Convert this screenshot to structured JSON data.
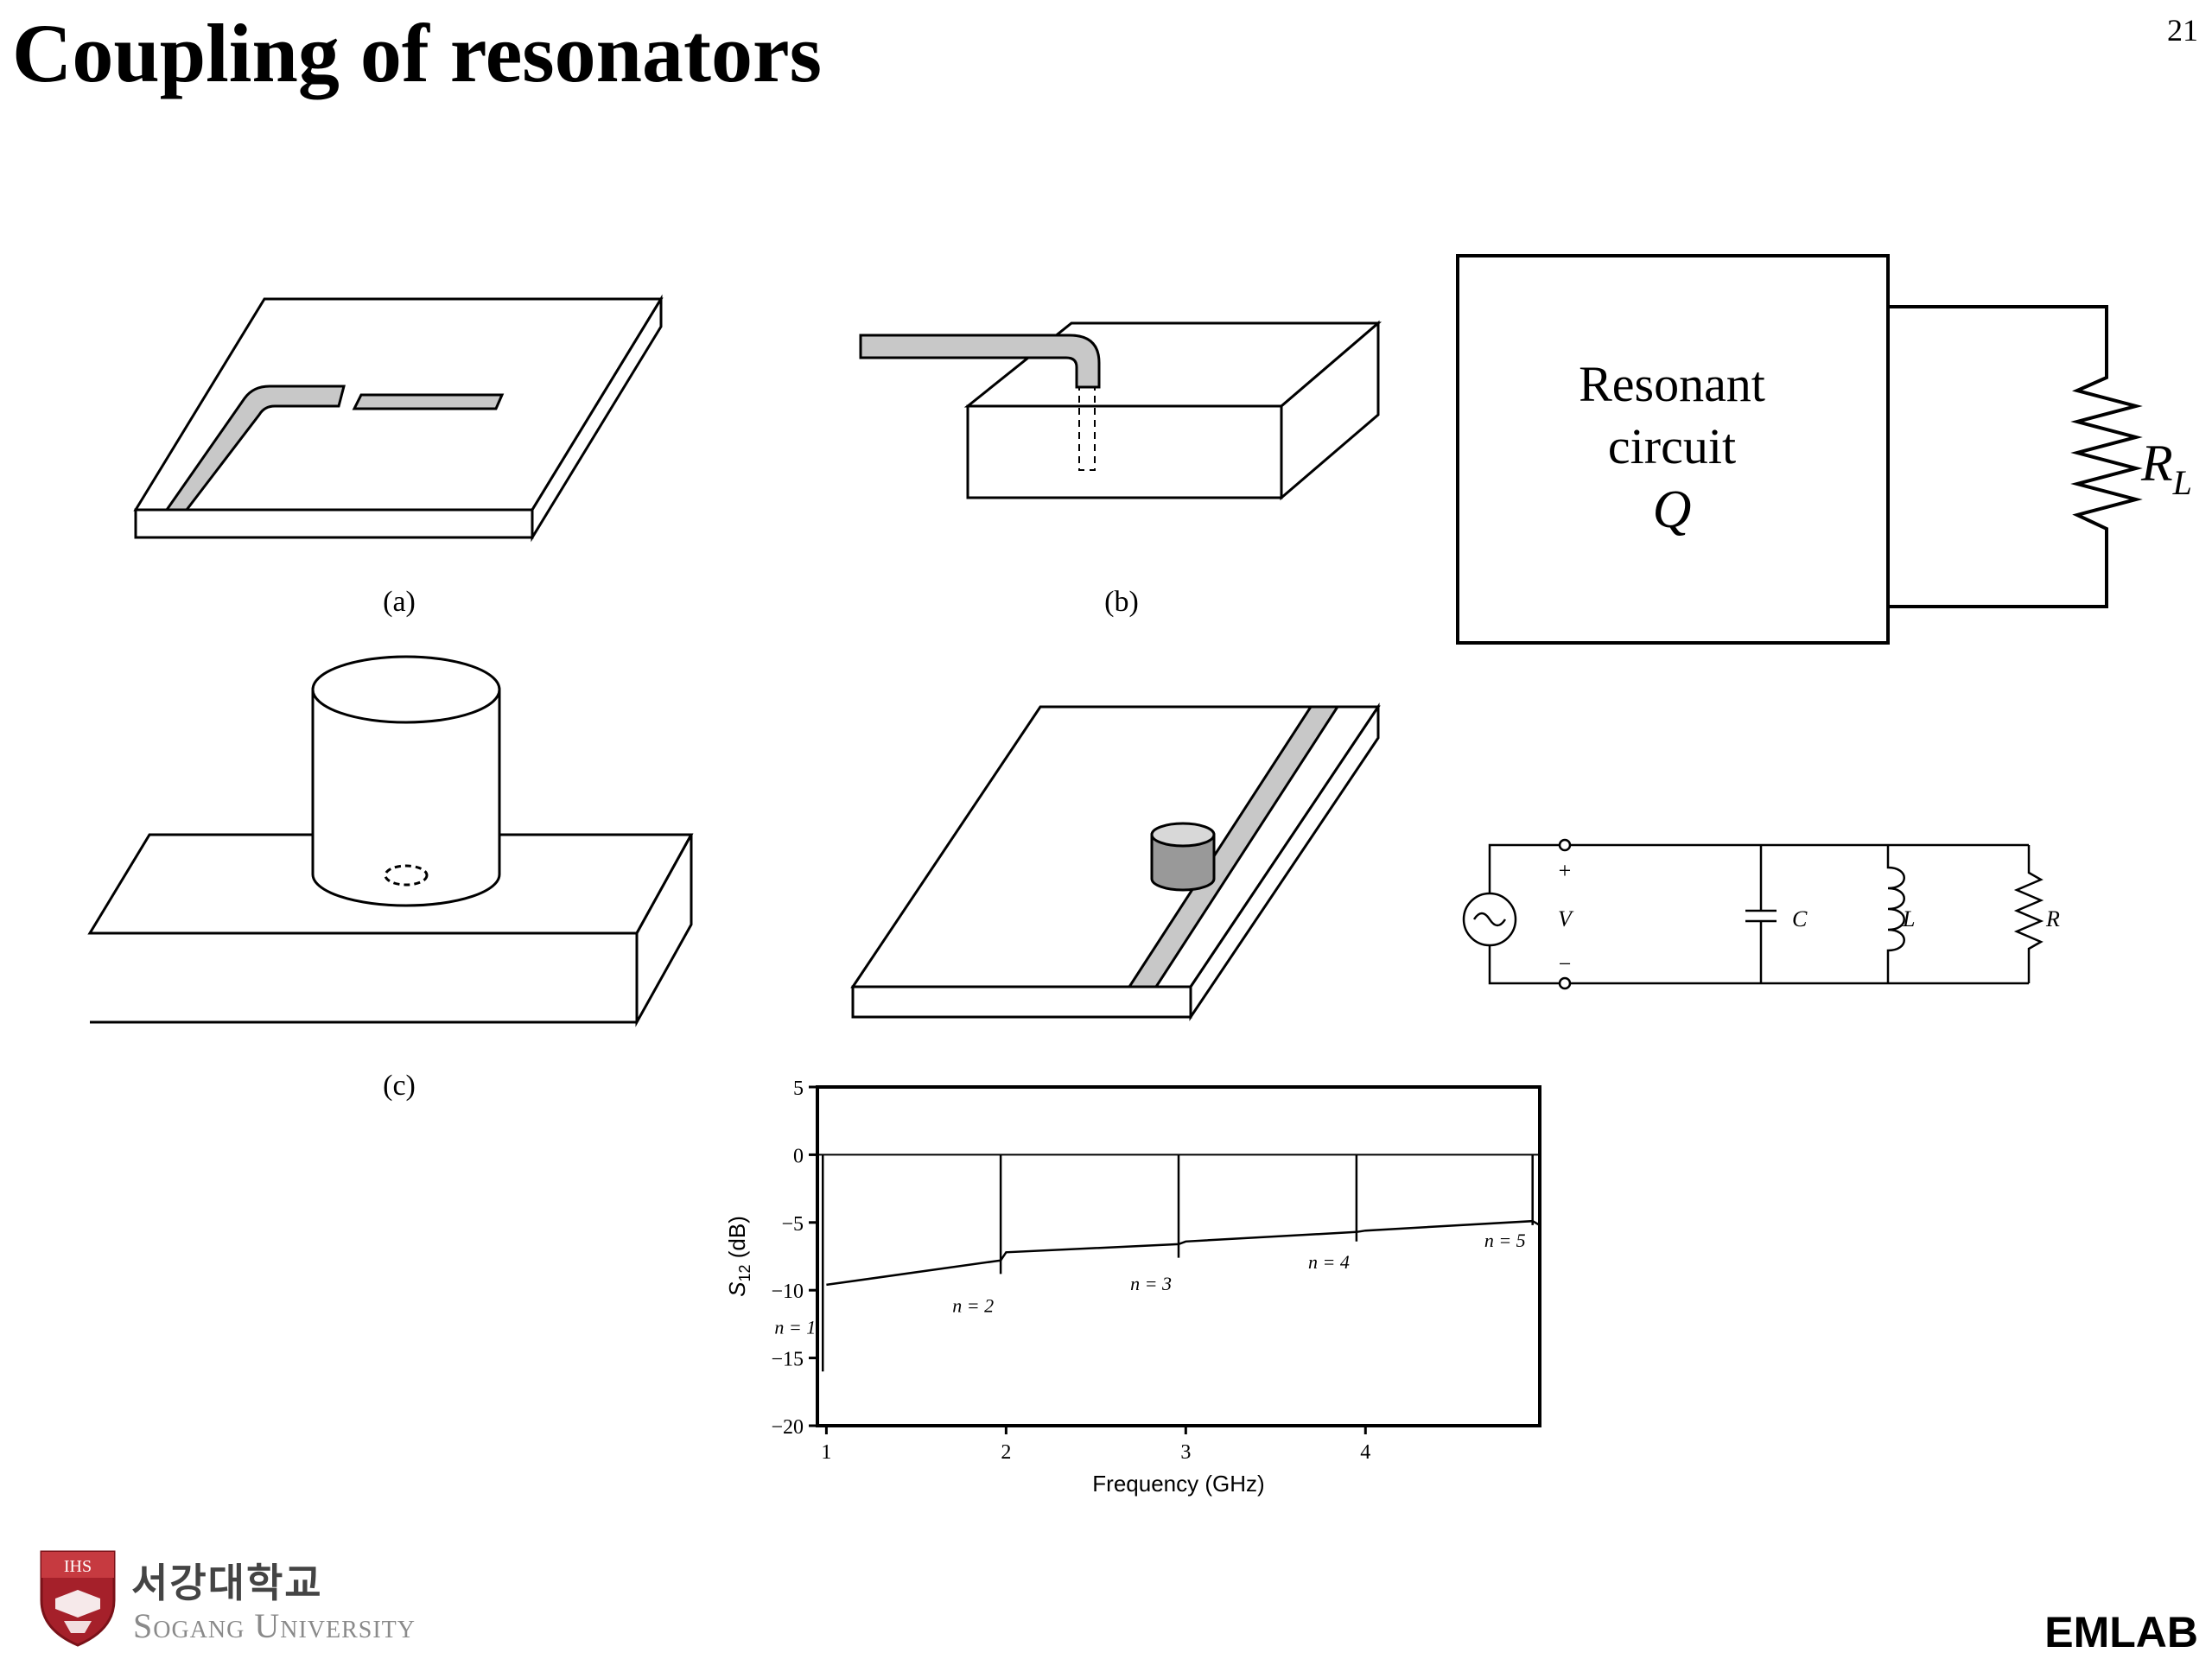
{
  "slide": {
    "title": "Coupling of resonators",
    "page_number": "21",
    "brand": "EMLAB"
  },
  "logo": {
    "shield_text": "IHS",
    "korean": "서강대학교",
    "english": "Sogang University"
  },
  "figures": {
    "caption_a": "(a)",
    "caption_b": "(b)",
    "caption_c": "(c)",
    "box_line1": "Resonant",
    "box_line2": "circuit",
    "box_q": "Q",
    "load_label": "R",
    "load_sub": "L",
    "rlc": {
      "plus": "+",
      "minus": "−",
      "v": "V",
      "c": "C",
      "l": "L",
      "r": "R"
    }
  },
  "chart_data": {
    "type": "line",
    "xlabel": "Frequency (GHz)",
    "ylabel": "S12 (dB)",
    "ylabel_main": "S",
    "ylabel_sub": "12",
    "ylabel_unit": " (dB)",
    "xlim": [
      0.95,
      4.97
    ],
    "ylim": [
      -20,
      5
    ],
    "xticks": [
      1,
      2,
      3,
      4
    ],
    "yticks": [
      5,
      0,
      -5,
      -10,
      -15,
      -20
    ],
    "resonances": [
      {
        "n": 1,
        "f": 0.98,
        "label": "n = 1"
      },
      {
        "n": 2,
        "f": 1.97,
        "label": "n = 2"
      },
      {
        "n": 3,
        "f": 2.96,
        "label": "n = 3"
      },
      {
        "n": 4,
        "f": 3.95,
        "label": "n = 4"
      },
      {
        "n": 5,
        "f": 4.93,
        "label": "n = 5"
      }
    ],
    "baseline_db": [
      {
        "f": 1.0,
        "db": -9.6
      },
      {
        "f": 1.97,
        "db": -7.8
      },
      {
        "f": 2.0,
        "db": -7.2
      },
      {
        "f": 2.96,
        "db": -6.6
      },
      {
        "f": 3.0,
        "db": -6.4
      },
      {
        "f": 3.95,
        "db": -5.7
      },
      {
        "f": 4.0,
        "db": -5.6
      },
      {
        "f": 4.93,
        "db": -4.9
      },
      {
        "f": 4.97,
        "db": -5.2
      }
    ]
  }
}
